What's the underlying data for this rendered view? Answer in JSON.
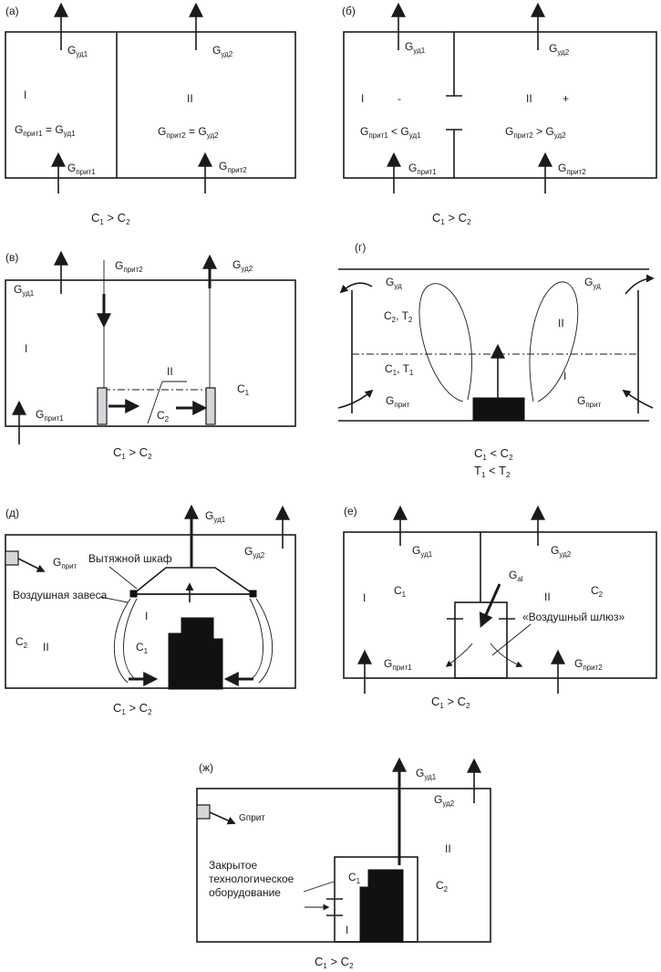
{
  "panels": {
    "a": {
      "label": "(а)",
      "zone1": "I",
      "zone2": "II",
      "g_ud1": {
        "main": "G",
        "sub": "уд1"
      },
      "g_ud2": {
        "main": "G",
        "sub": "уд2"
      },
      "g_prit1": {
        "main": "G",
        "sub": "прит1"
      },
      "g_prit2": {
        "main": "G",
        "sub": "прит2"
      },
      "eq1": {
        "a": "G",
        "a_sub": "прит1",
        "op": " = G",
        "b_sub": "уд1"
      },
      "eq2": {
        "a": "G",
        "a_sub": "прит2",
        "op": " = G",
        "b_sub": "уд2"
      },
      "caption": {
        "a": "C",
        "a_sub": "1",
        "op": " > C",
        "b_sub": "2"
      }
    },
    "b": {
      "label": "(б)",
      "zone1": "I",
      "zone2": "II",
      "minus": "-",
      "plus": "+",
      "g_ud1": {
        "main": "G",
        "sub": "уд1"
      },
      "g_ud2": {
        "main": "G",
        "sub": "уд2"
      },
      "g_prit1": {
        "main": "G",
        "sub": "прит1"
      },
      "g_prit2": {
        "main": "G",
        "sub": "прит2"
      },
      "eq1": {
        "a": "G",
        "a_sub": "прит1",
        "op": " < G",
        "b_sub": "уд1"
      },
      "eq2": {
        "a": "G",
        "a_sub": "прит2",
        "op": " > G",
        "b_sub": "уд2"
      },
      "caption": {
        "a": "C",
        "a_sub": "1",
        "op": " > C",
        "b_sub": "2"
      }
    },
    "v": {
      "label": "(в)",
      "zone1": "I",
      "zone2": "II",
      "c1": {
        "main": "C",
        "sub": "1"
      },
      "c2": {
        "main": "C",
        "sub": "2"
      },
      "g_ud1": {
        "main": "G",
        "sub": "уд1"
      },
      "g_ud2": {
        "main": "G",
        "sub": "уд2"
      },
      "g_prit1": {
        "main": "G",
        "sub": "прит1"
      },
      "g_prit2": {
        "main": "G",
        "sub": "прит2"
      },
      "caption": {
        "a": "C",
        "a_sub": "1",
        "op": " > C",
        "b_sub": "2"
      }
    },
    "g": {
      "label": "(г)",
      "zone1": "I",
      "zone2": "II",
      "g_ud_left": {
        "main": "G",
        "sub": "уд"
      },
      "g_ud_right": {
        "main": "G",
        "sub": "уд"
      },
      "g_prit_left": {
        "main": "G",
        "sub": "прит"
      },
      "g_prit_right": {
        "main": "G",
        "sub": "прит"
      },
      "c2t2": {
        "a": "C",
        "a_sub": "2",
        "sep": ", T",
        "b_sub": "2"
      },
      "c1t1": {
        "a": "C",
        "a_sub": "1",
        "sep": ", T",
        "b_sub": "1"
      },
      "caption1": {
        "a": "C",
        "a_sub": "1",
        "op": " < C",
        "b_sub": "2"
      },
      "caption2": {
        "a": "T",
        "a_sub": "1",
        "op": " < T",
        "b_sub": "2"
      }
    },
    "d": {
      "label": "(д)",
      "zone1": "I",
      "zone2": "II",
      "hood": "Вытяжной шкаф",
      "curtain": "Воздушная завеса",
      "c1": {
        "main": "C",
        "sub": "1"
      },
      "c2": {
        "main": "C",
        "sub": "2"
      },
      "g_ud1": {
        "main": "G",
        "sub": "уд1"
      },
      "g_ud2": {
        "main": "G",
        "sub": "уд2"
      },
      "g_prit": {
        "main": "G",
        "sub": "прит"
      },
      "caption": {
        "a": "C",
        "a_sub": "1",
        "op": " > C",
        "b_sub": "2"
      }
    },
    "e": {
      "label": "(е)",
      "zone1": "I",
      "zone2": "II",
      "airlock": "«Воздушный шлюз»",
      "c1": {
        "main": "C",
        "sub": "1"
      },
      "c2": {
        "main": "C",
        "sub": "2"
      },
      "g_al": {
        "main": "G",
        "sub": "al"
      },
      "g_ud1": {
        "main": "G",
        "sub": "уд1"
      },
      "g_ud2": {
        "main": "G",
        "sub": "уд2"
      },
      "g_prit1": {
        "main": "G",
        "sub": "прит1"
      },
      "g_prit2": {
        "main": "G",
        "sub": "прит2"
      },
      "caption": {
        "a": "C",
        "a_sub": "1",
        "op": " > C",
        "b_sub": "2"
      }
    },
    "zh": {
      "label": "(ж)",
      "zone1": "I",
      "zone2": "II",
      "equipment1": "Закрытое",
      "equipment2": "технологическое",
      "equipment3": "оборудование",
      "g_prit": "Gприт",
      "c1": {
        "main": "C",
        "sub": "1"
      },
      "c2": {
        "main": "C",
        "sub": "2"
      },
      "g_ud1": {
        "main": "G",
        "sub": "уд1"
      },
      "g_ud2": {
        "main": "G",
        "sub": "уд2"
      },
      "caption": {
        "a": "C",
        "a_sub": "1",
        "op": " > C",
        "b_sub": "2"
      }
    }
  }
}
